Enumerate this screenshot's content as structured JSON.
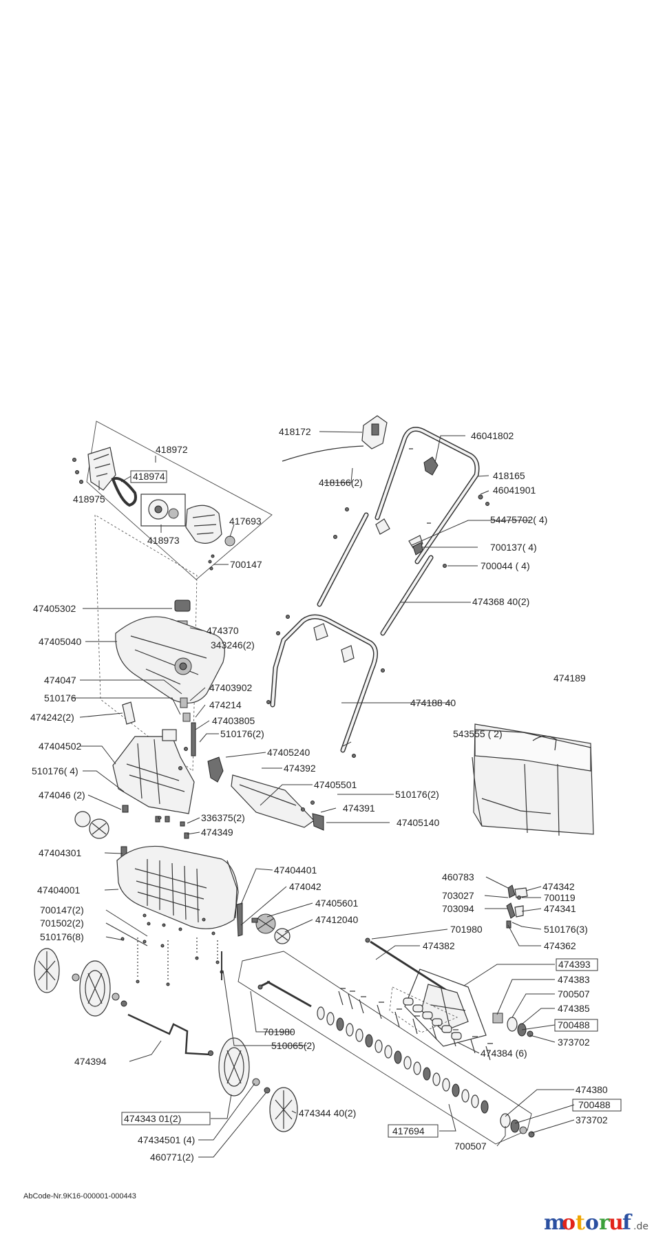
{
  "labels": {
    "l418172": "418172",
    "l46041802": "46041802",
    "l418972": "418972",
    "l418974": "418974",
    "l418975": "418975",
    "l418973": "418973",
    "l417693": "417693",
    "l700147a": "700147",
    "l418166": "418166(2)",
    "l418165": "418165",
    "l46041901": "46041901",
    "l54475702": "54475702(  4)",
    "l700137": "700137(  4)",
    "l700044": "700044 ( 4)",
    "l47436840": "474368 40(2)",
    "l47405302": "47405302",
    "l474370": "474370",
    "l47405040": "47405040",
    "l343246": "343246(2)",
    "l474047": "474047",
    "l47403902": "47403902",
    "l510176a": "510176",
    "l474214": "474214",
    "l474242": "474242(2)",
    "l47403805": "47403805",
    "l510176b": "510176(2)",
    "l47418840": "474188 40",
    "l474189": "474189",
    "l47404502": "47404502",
    "l47405240": "47405240",
    "l543555": "543555 ( 2)",
    "l474392": "474392",
    "l510176c": "510176(  4)",
    "l47405501": "47405501",
    "l510176d": "510176(2)",
    "l474046": "474046 (2)",
    "l474391": "474391",
    "l336375": "336375(2)",
    "l47405140": "47405140",
    "l474349": "474349",
    "l47404301": "47404301",
    "l47404401": "47404401",
    "l460783": "460783",
    "l474342": "474342",
    "l47404001": "47404001",
    "l474042": "474042",
    "l703027": "703027",
    "l700119": "700119",
    "l47405601": "47405601",
    "l703094": "703094",
    "l474341": "474341",
    "l700147b": "700147(2)",
    "l47412040": "47412040",
    "l701502": "701502(2)",
    "l701980a": "701980",
    "l510176e": "510176(3)",
    "l510176f": "510176(8)",
    "l474382": "474382",
    "l474362": "474362",
    "l474393": "474393",
    "l474383": "474383",
    "l700507a": "700507",
    "l474385": "474385",
    "l700488a": "700488",
    "l701980b": "701980",
    "l373702a": "373702",
    "l510065": "510065(2)",
    "l474384": "474384 (6)",
    "l474394": "474394",
    "l474380": "474380",
    "l700488b": "700488",
    "l47434301": "474343 01(2)",
    "l47434440": "474344 40(2)",
    "l373702b": "373702",
    "l417694": "417694",
    "l700507b": "700507",
    "l47434501": "47434501  (4)",
    "l460771": "460771(2)"
  },
  "footer": {
    "abcode": "AbCode-Nr.9K16-000001-000443",
    "brand_m": "m",
    "brand_o1": "o",
    "brand_t": "t",
    "brand_o2": "o",
    "brand_r": "r",
    "brand_u": "u",
    "brand_f": "f",
    "brand_de": ".de"
  },
  "colors": {
    "brand_m": "#2a4fa0",
    "brand_o1": "#e2231a",
    "brand_t": "#f0a500",
    "brand_o2": "#2a4fa0",
    "brand_r": "#3aa03a",
    "brand_u": "#e2231a",
    "brand_f": "#2a4fa0"
  }
}
